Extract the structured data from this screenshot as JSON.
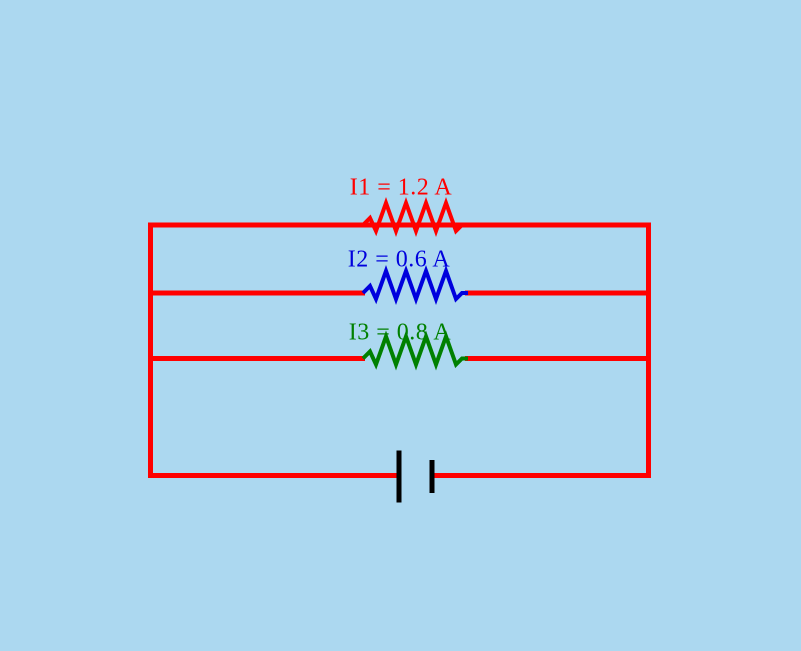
{
  "diagram": {
    "title": "parallel-resistor-circuit",
    "background_color": "#ACD8F0",
    "wire_color": "#FF0000",
    "battery_color": "#000000",
    "branches": [
      {
        "id": "R1",
        "label": "I1 = 1.2 A",
        "current_amps": 1.2,
        "color": "#FF0000"
      },
      {
        "id": "R2",
        "label": "I2 = 0.6 A",
        "current_amps": 0.6,
        "color": "#0000DD"
      },
      {
        "id": "R3",
        "label": "I3 = 0.8 A",
        "current_amps": 0.8,
        "color": "#008000"
      }
    ],
    "battery": {
      "positive_plate": "long",
      "negative_plate": "short"
    }
  }
}
